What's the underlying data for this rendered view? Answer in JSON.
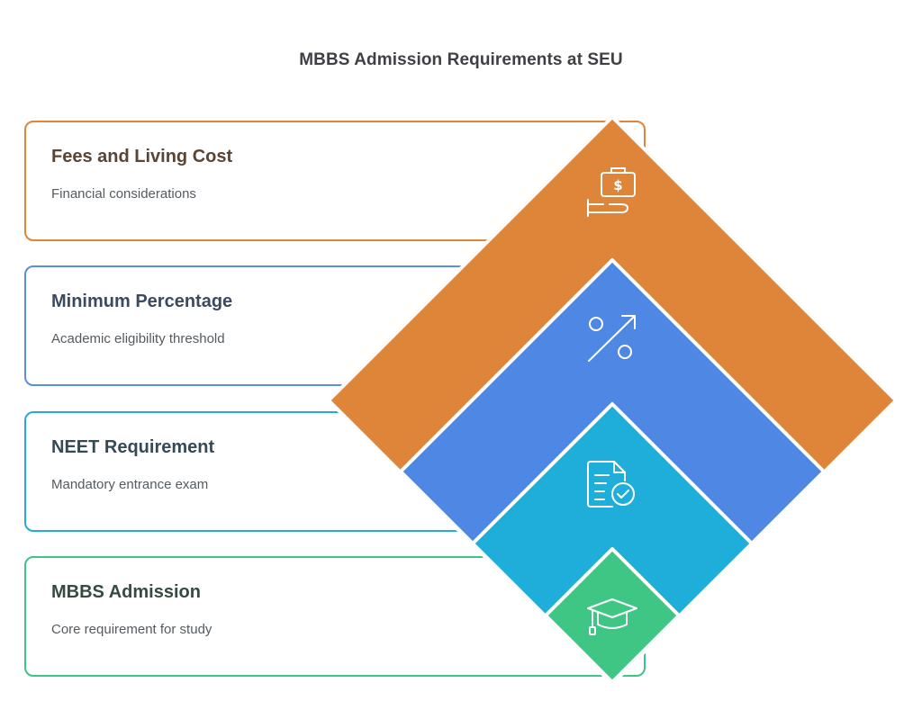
{
  "title": "MBBS Admission Requirements at SEU",
  "layers": [
    {
      "title": "Fees and Living Cost",
      "subtitle": "Financial considerations",
      "icon": "money-hand-icon",
      "color": "#de853a"
    },
    {
      "title": "Minimum Percentage",
      "subtitle": "Academic eligibility threshold",
      "icon": "percent-arrow-icon",
      "color": "#4f88e4"
    },
    {
      "title": "NEET Requirement",
      "subtitle": "Mandatory entrance exam",
      "icon": "document-check-icon",
      "color": "#1fadda"
    },
    {
      "title": "MBBS Admission",
      "subtitle": "Core requirement for study",
      "icon": "graduation-cap-icon",
      "color": "#3fc685"
    }
  ]
}
